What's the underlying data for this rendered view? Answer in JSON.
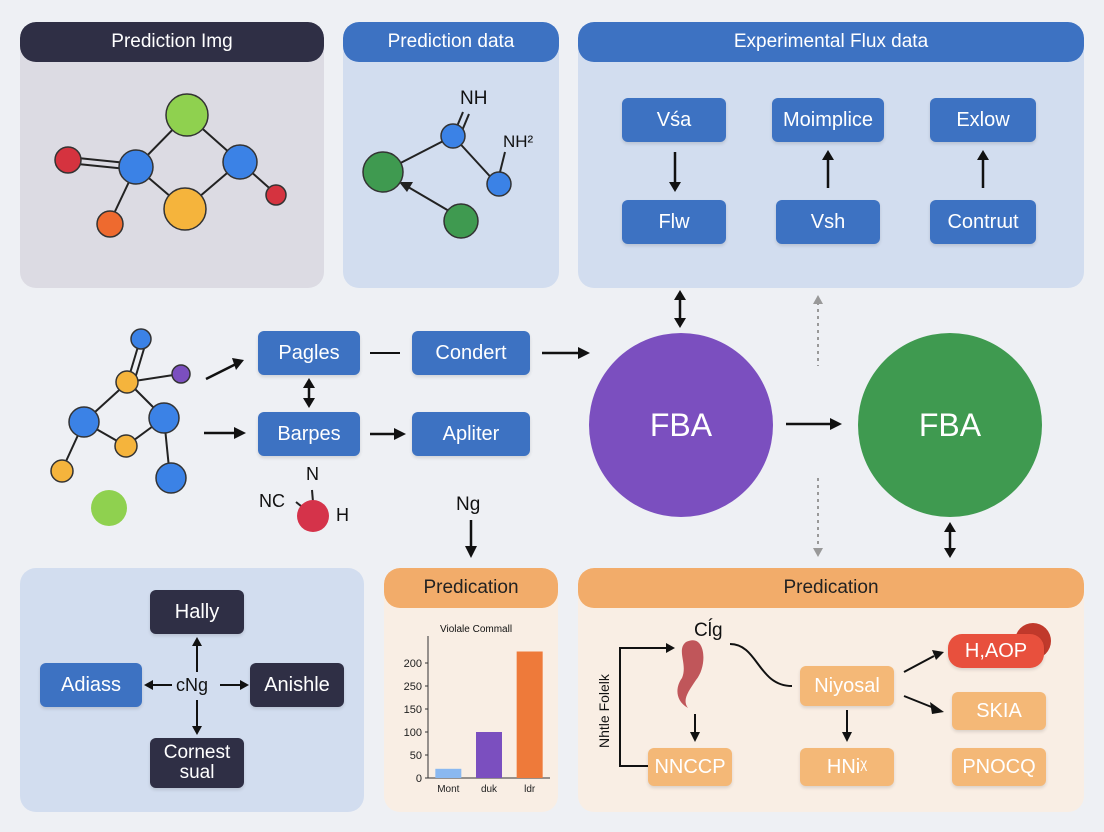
{
  "panels": {
    "prediction_img": {
      "title": "Prediction Img"
    },
    "prediction_data": {
      "title": "Prediction data",
      "labels": [
        "NH",
        "NH²"
      ]
    },
    "experimental_flux": {
      "title": "Experimental Flux data",
      "boxes": [
        "Vśa",
        "Moimplice",
        "Exlow",
        "Flw",
        "Vsh",
        "Contrɯt"
      ]
    }
  },
  "middle": {
    "boxes": [
      "Pagles",
      "Condert",
      "Barpes",
      "Apliter"
    ],
    "mol_labels": [
      "N",
      "NC",
      "H"
    ],
    "arrow_label": "Ng"
  },
  "fba": {
    "left": "FBA",
    "right": "FBA"
  },
  "bottom_left": {
    "boxes": [
      "Hally",
      "Adiass",
      "Anishle",
      "Cornest\nsual"
    ],
    "center": "cNg"
  },
  "bar_panel": {
    "title": "Predication",
    "chart_title": "Violale Commall"
  },
  "chart_data": {
    "type": "bar",
    "title": "Violale Commall",
    "categories": [
      "Mont",
      "duk",
      "ldr"
    ],
    "values": [
      20,
      100,
      275
    ],
    "colors": [
      "#8ab8f0",
      "#7b4fbf",
      "#ee7a3a"
    ],
    "yticks": [
      0,
      50,
      100,
      150,
      250,
      200
    ],
    "ylim": [
      0,
      300
    ]
  },
  "bottom_right": {
    "title": "Predication",
    "side_label": "Nhtle Folelk",
    "top_label": "Cĺg",
    "boxes": [
      "Niyosal",
      "H,AOP",
      "SKIA",
      "NNCCP",
      "HNiᵡ",
      "PNOCQ"
    ]
  },
  "colors": {
    "blue": "#3d72c2",
    "purple": "#7b4fbf",
    "green": "#3f9a50",
    "orange": "#f2ac6a",
    "dark": "#2f2f45",
    "red": "#e8503d"
  }
}
